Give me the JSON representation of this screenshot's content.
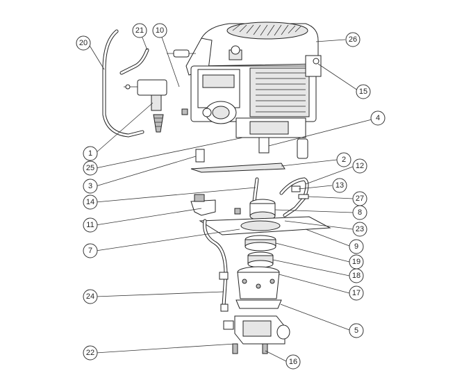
{
  "callouts": [
    {
      "id": "1",
      "label": "1"
    },
    {
      "id": "2",
      "label": "2"
    },
    {
      "id": "3",
      "label": "3"
    },
    {
      "id": "4",
      "label": "4"
    },
    {
      "id": "5",
      "label": "5"
    },
    {
      "id": "7",
      "label": "7"
    },
    {
      "id": "8",
      "label": "8"
    },
    {
      "id": "9",
      "label": "9"
    },
    {
      "id": "10",
      "label": "10"
    },
    {
      "id": "11",
      "label": "11"
    },
    {
      "id": "12",
      "label": "12"
    },
    {
      "id": "13",
      "label": "13"
    },
    {
      "id": "14",
      "label": "14"
    },
    {
      "id": "15",
      "label": "15"
    },
    {
      "id": "16",
      "label": "16"
    },
    {
      "id": "17",
      "label": "17"
    },
    {
      "id": "18",
      "label": "18"
    },
    {
      "id": "19",
      "label": "19"
    },
    {
      "id": "20",
      "label": "20"
    },
    {
      "id": "21",
      "label": "21"
    },
    {
      "id": "22",
      "label": "22"
    },
    {
      "id": "23",
      "label": "23"
    },
    {
      "id": "24",
      "label": "24"
    },
    {
      "id": "25",
      "label": "25"
    },
    {
      "id": "26",
      "label": "26"
    },
    {
      "id": "27",
      "label": "27"
    }
  ]
}
